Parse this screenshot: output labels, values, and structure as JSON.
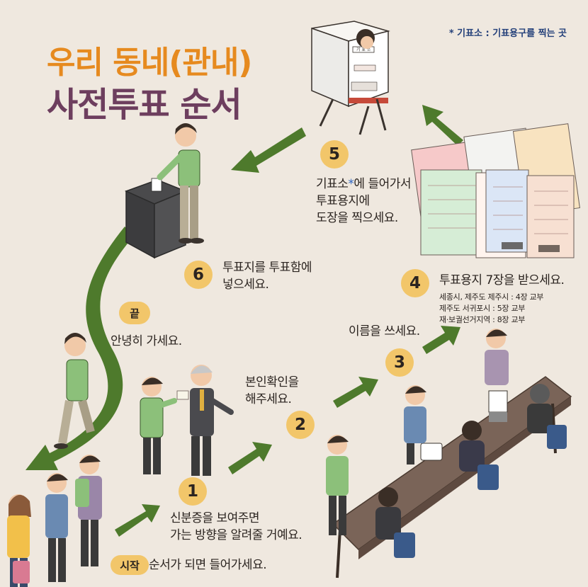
{
  "title": {
    "line1": "우리 동네(관내)",
    "line2": "사전투표 순서"
  },
  "footnote": "* 기표소 : 기표용구를 찍는 곳",
  "start": {
    "badge": "시작",
    "text": "순서가 되면 들어가세요."
  },
  "end": {
    "badge": "끝",
    "text": "안녕히 가세요."
  },
  "steps": [
    {
      "num": "1",
      "text": "신분증을 보여주면\n가는 방향을 알려줄 거예요."
    },
    {
      "num": "2",
      "text": "본인확인을\n해주세요."
    },
    {
      "num": "3",
      "text": "이름을 쓰세요."
    },
    {
      "num": "4",
      "text": "투표용지 7장을 받으세요.",
      "note": "세종시, 제주도 제주시 : 4장 교부\n제주도 서귀포시 : 5장 교부\n재·보궐선거지역 : 8장 교부"
    },
    {
      "num": "5",
      "text_pre": "기표소",
      "text_star": "*",
      "text_post": "에 들어가서\n투표용지에\n도장을 찍으세요."
    },
    {
      "num": "6",
      "text": "투표지를 투표함에\n넣으세요."
    }
  ],
  "booth_sign": "기 표 소",
  "colors": {
    "background": "#efe8df",
    "title_orange": "#e68a1f",
    "title_purple": "#6d3e5e",
    "arrow_green": "#4e7a2c",
    "badge_yellow": "#f2c66a",
    "footnote_blue": "#24407a"
  }
}
